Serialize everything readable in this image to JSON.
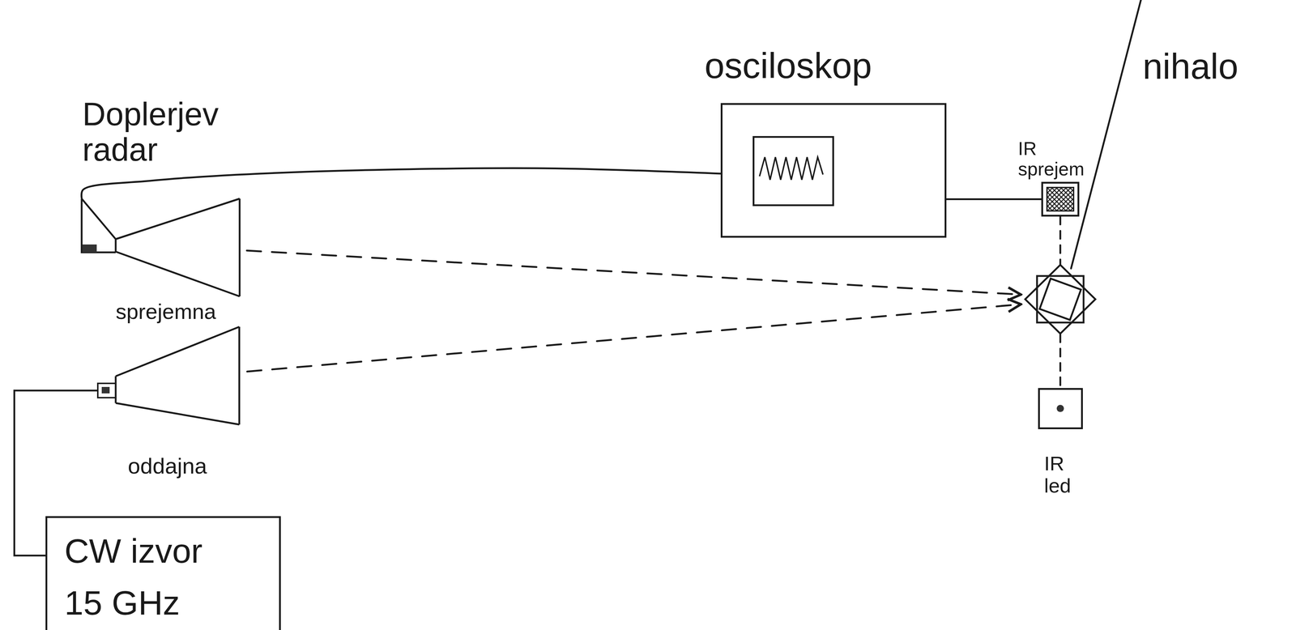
{
  "diagram": {
    "nodes": [
      {
        "text": [
          "osciloskop"
        ]
      },
      {
        "text": [
          "IR sprejem"
        ]
      },
      {
        "text": [
          "nihalo"
        ]
      },
      {
        "text": [
          "sprejemna"
        ]
      },
      {
        "text": [
          "oddajna"
        ]
      },
      {
        "text": [
          "IR led"
        ]
      },
      {
        "text": [
          "CW izvor 15 GHz"
        ]
      }
    ],
    "edges": [
      {
        "from": 0,
        "to": 3,
        "arrow": "none"
      },
      {
        "from": 0,
        "to": 1,
        "arrow": "none"
      },
      {
        "from": 6,
        "to": 4,
        "arrow": "none"
      },
      {
        "from": 4,
        "to": 2,
        "arrow": "to"
      },
      {
        "from": 3,
        "to": 2,
        "arrow": "to"
      },
      {
        "from": 1,
        "to": 2,
        "arrow": "none"
      },
      {
        "from": 2,
        "to": 5,
        "arrow": "none"
      }
    ],
    "labels": [
      "Doplerjev radar"
    ]
  }
}
